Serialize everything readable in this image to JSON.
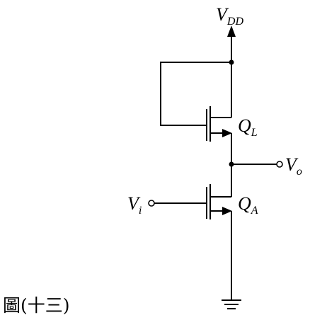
{
  "labels": {
    "vdd_main": "V",
    "vdd_sub": "DD",
    "ql_main": "Q",
    "ql_sub": "L",
    "qa_main": "Q",
    "qa_sub": "A",
    "vo_main": "V",
    "vo_sub": "o",
    "vi_main": "V",
    "vi_sub": "i"
  },
  "caption": "圖(十三)"
}
